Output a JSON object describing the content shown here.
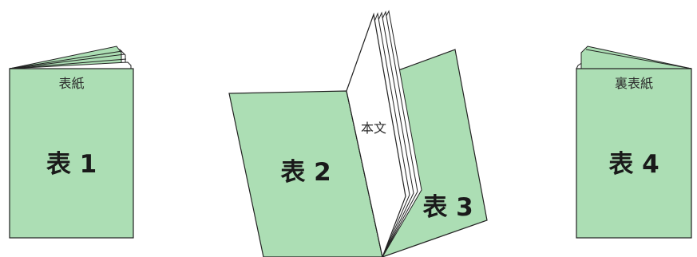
{
  "colors": {
    "cover_fill": "#acdeb4",
    "page_fill": "#ffffff",
    "outline": "#222222"
  },
  "front_book": {
    "top_label": "表紙",
    "main_label": "表 1"
  },
  "open_book": {
    "left_label": "表 2",
    "inner_label": "本文",
    "right_label": "表 3"
  },
  "back_book": {
    "top_label": "裏表紙",
    "main_label": "表 4"
  }
}
